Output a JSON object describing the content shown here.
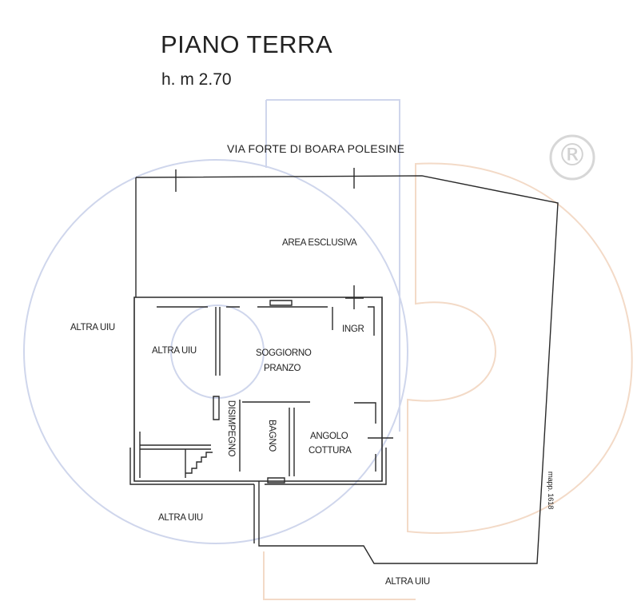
{
  "header": {
    "title": "PIANO TERRA",
    "height_note": "h. m 2.70"
  },
  "street": "VIA FORTE DI BOARA POLESINE",
  "rooms": {
    "area_esclusiva": "AREA ESCLUSIVA",
    "ingresso": "INGR",
    "soggiorno": "SOGGIORNO",
    "pranzo": "PRANZO",
    "altra_uiu_inner": "ALTRA UIU",
    "disimpegno": "DISIMPEGNO",
    "bagno": "BAGNO",
    "angolo": "ANGOLO",
    "cottura": "COTTURA"
  },
  "neighbors": {
    "left": "ALTRA UIU",
    "bottom_left": "ALTRA UIU",
    "bottom": "ALTRA UIU"
  },
  "side_note": "mapp. 1618",
  "watermark": {
    "symbol": "®",
    "color_blue": "#c9d2ea",
    "color_orange": "#f4d9c4"
  },
  "colors": {
    "line": "#2a2a2a"
  }
}
